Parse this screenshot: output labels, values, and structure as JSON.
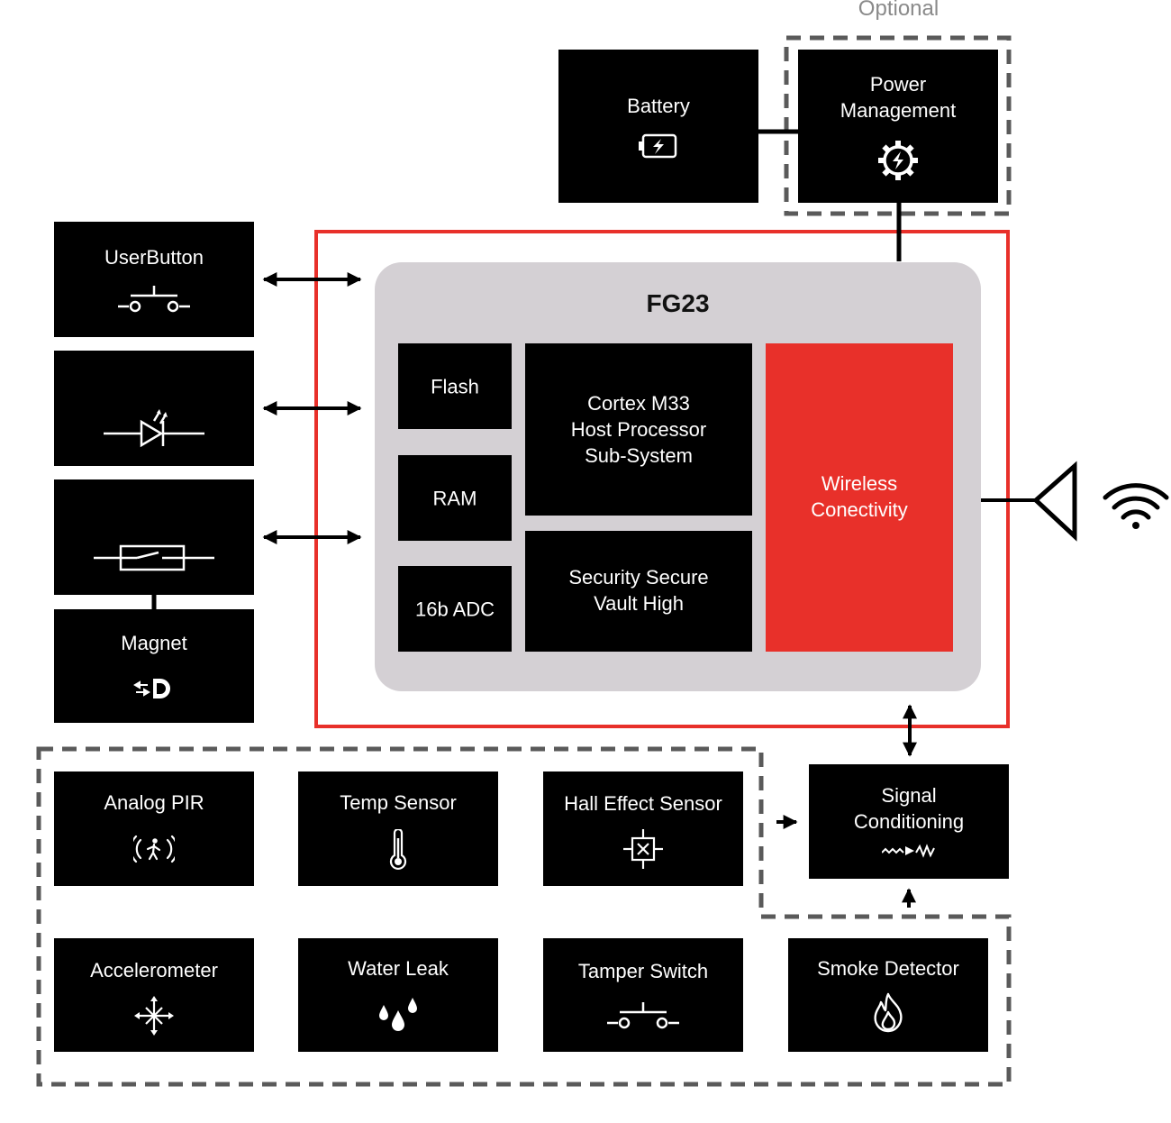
{
  "optional_label": "Optional",
  "chip": {
    "title": "FG23"
  },
  "blocks": {
    "battery": "Battery",
    "power_management": [
      "Power",
      "Management"
    ],
    "user_button": "UserButton",
    "magnet": "Magnet",
    "flash": "Flash",
    "ram": "RAM",
    "adc": "16b ADC",
    "cortex": [
      "Cortex M33",
      "Host Processor",
      "Sub-System"
    ],
    "security": [
      "Security Secure",
      "Vault High"
    ],
    "wireless": [
      "Wireless",
      "Conectivity"
    ],
    "signal_conditioning": [
      "Signal",
      "Conditioning"
    ]
  },
  "sensors": {
    "analog_pir": "Analog PIR",
    "temp_sensor": "Temp Sensor",
    "hall_effect": "Hall Effect Sensor",
    "accelerometer": "Accelerometer",
    "water_leak": "Water Leak",
    "tamper_switch": "Tamper Switch",
    "smoke_detector": "Smoke Detector"
  },
  "icons": {
    "battery": "battery-charging-icon",
    "power": "power-gear-icon",
    "user_button": "push-button-switch-icon",
    "led": "led-diode-icon",
    "reed": "reed-switch-icon",
    "magnet": "magnet-icon",
    "pir": "motion-sensor-icon",
    "temp": "thermometer-icon",
    "hall": "hall-sensor-icon",
    "signal": "signal-waveform-icon",
    "accel": "accelerometer-arrows-icon",
    "water": "water-drops-icon",
    "tamper": "tamper-switch-icon",
    "smoke": "flame-icon",
    "antenna": "antenna-icon",
    "wifi": "wifi-icon"
  },
  "colors": {
    "block": "#000000",
    "chip_bg": "#d4d0d4",
    "accent_red": "#e8302a",
    "dashed_gray": "#5a5a5a",
    "optional_text": "#8a8a8a"
  }
}
